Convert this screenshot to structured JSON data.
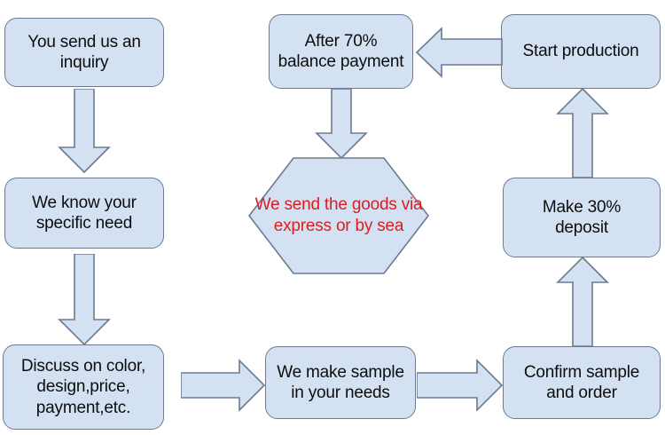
{
  "diagram": {
    "title": "Order process flowchart",
    "colors": {
      "node_fill": "#d4e1f2",
      "node_stroke": "#6b7a90",
      "node_text": "#0d0d0d",
      "hex_text": "#d81f20",
      "arrow_fill": "#d4e1f2",
      "arrow_stroke": "#6b7a90",
      "background": "#ffffff"
    },
    "nodes": [
      {
        "id": "inquiry",
        "shape": "rounded-rect",
        "lines": [
          "You send us an",
          "inquiry"
        ]
      },
      {
        "id": "specific-need",
        "shape": "rounded-rect",
        "lines": [
          "We know your",
          "specific need"
        ]
      },
      {
        "id": "discuss",
        "shape": "rounded-rect",
        "lines": [
          "Discuss on color,",
          "design,price,",
          "payment,etc."
        ]
      },
      {
        "id": "make-sample",
        "shape": "rounded-rect",
        "lines": [
          "We make sample",
          "in your needs"
        ]
      },
      {
        "id": "confirm-sample",
        "shape": "rounded-rect",
        "lines": [
          "Confirm sample",
          "and order"
        ]
      },
      {
        "id": "deposit",
        "shape": "rounded-rect",
        "lines": [
          "Make 30%",
          "deposit"
        ]
      },
      {
        "id": "production",
        "shape": "rounded-rect",
        "lines": [
          "Start production"
        ]
      },
      {
        "id": "balance",
        "shape": "rounded-rect",
        "lines": [
          "After 70%",
          "balance payment"
        ]
      },
      {
        "id": "shipping",
        "shape": "hexagon",
        "lines": [
          "We send the",
          "goods via express",
          "or by sea"
        ]
      }
    ],
    "edges": [
      {
        "id": "inquiry-to-need",
        "from": "inquiry",
        "to": "specific-need",
        "direction": "down"
      },
      {
        "id": "need-to-discuss",
        "from": "specific-need",
        "to": "discuss",
        "direction": "down"
      },
      {
        "id": "discuss-to-sample",
        "from": "discuss",
        "to": "make-sample",
        "direction": "right"
      },
      {
        "id": "sample-to-confirm",
        "from": "make-sample",
        "to": "confirm-sample",
        "direction": "right"
      },
      {
        "id": "confirm-to-deposit",
        "from": "confirm-sample",
        "to": "deposit",
        "direction": "up"
      },
      {
        "id": "deposit-to-production",
        "from": "deposit",
        "to": "production",
        "direction": "up"
      },
      {
        "id": "production-to-balance",
        "from": "production",
        "to": "balance",
        "direction": "left"
      },
      {
        "id": "balance-to-shipping",
        "from": "balance",
        "to": "shipping",
        "direction": "down"
      }
    ]
  }
}
